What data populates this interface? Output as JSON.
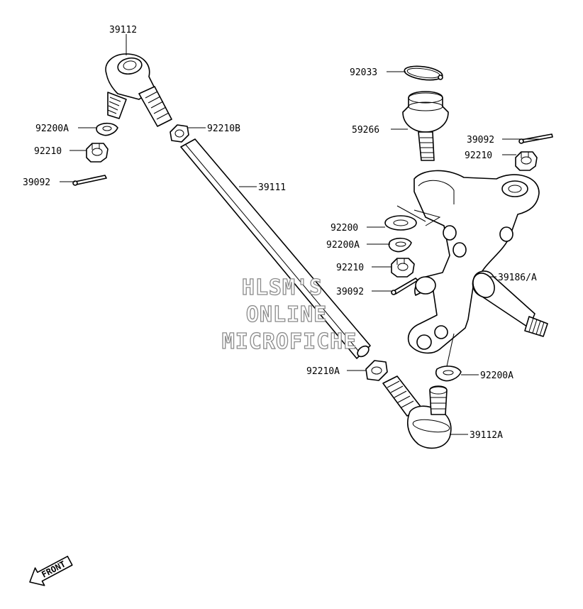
{
  "diagram": {
    "labels": {
      "tie_rod_end_top": "39112",
      "snap_ring": "92033",
      "ball_joint": "59266",
      "cotter_pin_top_right": "39092",
      "castle_nut_top_right": "92210",
      "washer_top_left": "92200A",
      "castle_nut_top_left": "92210",
      "cotter_pin_top_left": "39092",
      "lock_nut_top": "92210B",
      "tie_rod": "39111",
      "washer_mid": "92200",
      "washer_mid_a": "92200A",
      "castle_nut_mid": "92210",
      "cotter_pin_mid": "39092",
      "knuckle": "39186/A",
      "lock_nut_bottom": "92210A",
      "washer_bottom_right": "92200A",
      "tie_rod_end_bottom": "39112A"
    },
    "watermark": [
      "HLSM'S",
      "ONLINE",
      "MICROFICHE"
    ],
    "front_badge": "FRONT"
  }
}
